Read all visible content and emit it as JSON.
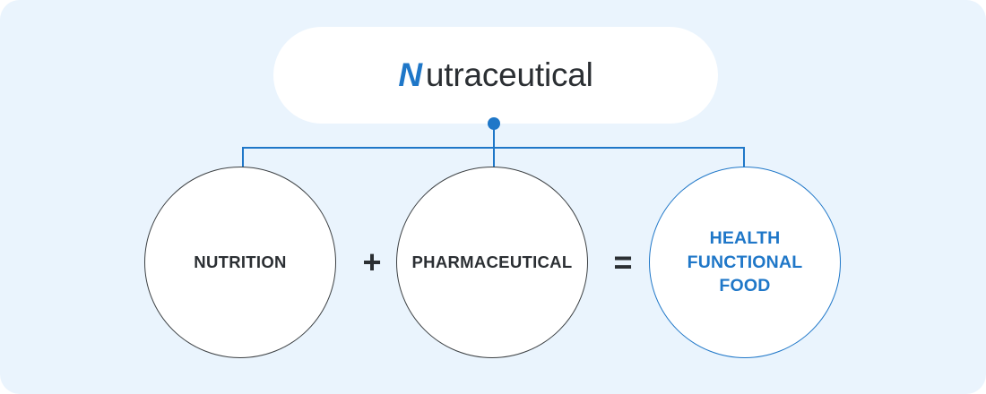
{
  "diagram": {
    "title": {
      "lead": "N",
      "rest": "utraceutical",
      "full": "Nutraceutical"
    },
    "equation": {
      "plus_symbol": "+",
      "equals_symbol": "="
    },
    "nodes": [
      {
        "id": "nutrition",
        "label": "NUTRITION",
        "lines": [
          "NUTRITION"
        ],
        "style": "dark-outline",
        "text_color": "#2b2f33",
        "border_color": "#3c4043"
      },
      {
        "id": "pharmaceutical",
        "label": "PHARMACEUTICAL",
        "lines": [
          "PHARMACEUTICAL"
        ],
        "style": "dark-outline",
        "text_color": "#2b2f33",
        "border_color": "#3c4043"
      },
      {
        "id": "health-functional-food",
        "label": "HEALTH FUNCTIONAL FOOD",
        "lines": [
          "HEALTH",
          "FUNCTIONAL",
          "FOOD"
        ],
        "style": "accent-outline",
        "text_color": "#1f77c8",
        "border_color": "#1f77c8"
      }
    ],
    "colors": {
      "background": "#eaf4fd",
      "card": "#ffffff",
      "accent": "#1f77c8",
      "text_dark": "#2b2f33",
      "outline_dark": "#3c4043"
    }
  }
}
